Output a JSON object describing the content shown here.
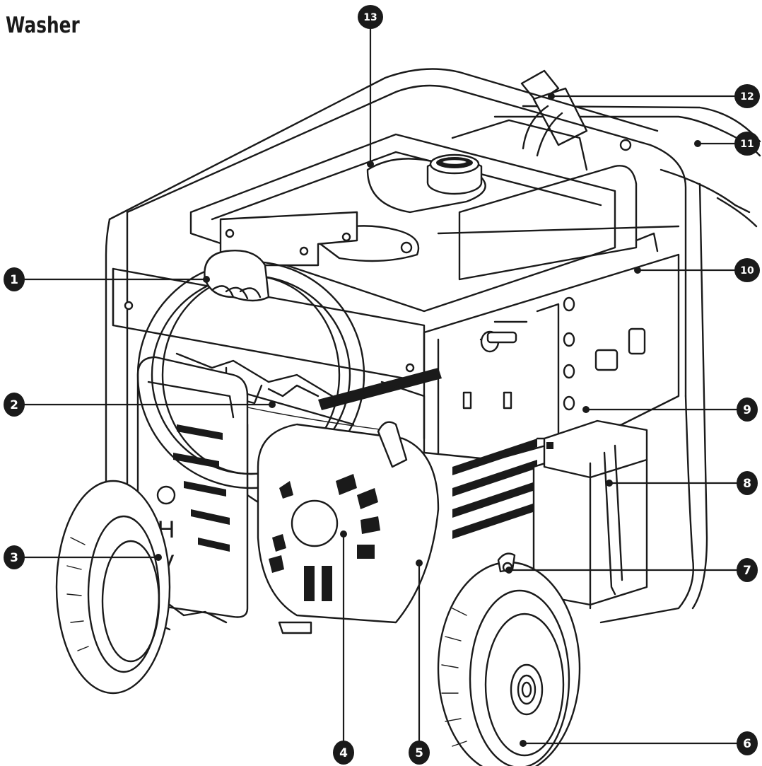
{
  "title": "Washer",
  "engine_cover_text": [
    "H",
    "V"
  ],
  "callouts": [
    "1",
    "2",
    "3",
    "4",
    "5",
    "6",
    "7",
    "8",
    "9",
    "10",
    "11",
    "12",
    "13"
  ]
}
